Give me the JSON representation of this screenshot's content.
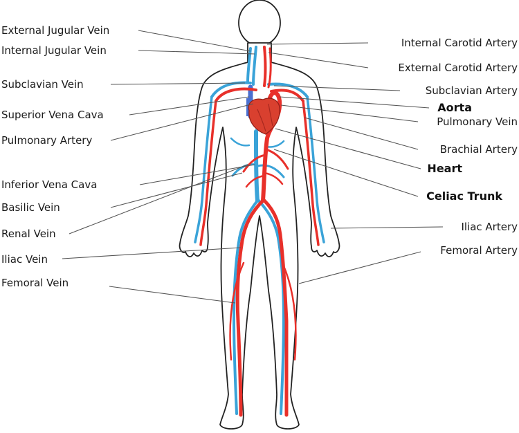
{
  "colors": {
    "artery": "#e8302a",
    "vein": "#3aa3d8",
    "heart": "#d9402f",
    "vena_cava_blue": "#4a6fd0",
    "outline": "#222222",
    "leader": "#555555"
  },
  "labels_left": [
    "External Jugular Vein",
    "Internal Jugular Vein",
    "Subclavian Vein",
    "Superior Vena Cava",
    "Pulmonary Artery",
    "Inferior Vena Cava",
    "Basilic Vein",
    "Renal Vein",
    "Iliac Vein",
    "Femoral Vein"
  ],
  "labels_right": [
    "Internal Carotid Artery",
    "External Carotid Artery",
    "Subclavian Artery",
    "Aorta",
    "Pulmonary Vein",
    "Brachial Artery",
    "Heart",
    "Celiac Trunk",
    "Iliac Artery",
    "Femoral Artery"
  ]
}
